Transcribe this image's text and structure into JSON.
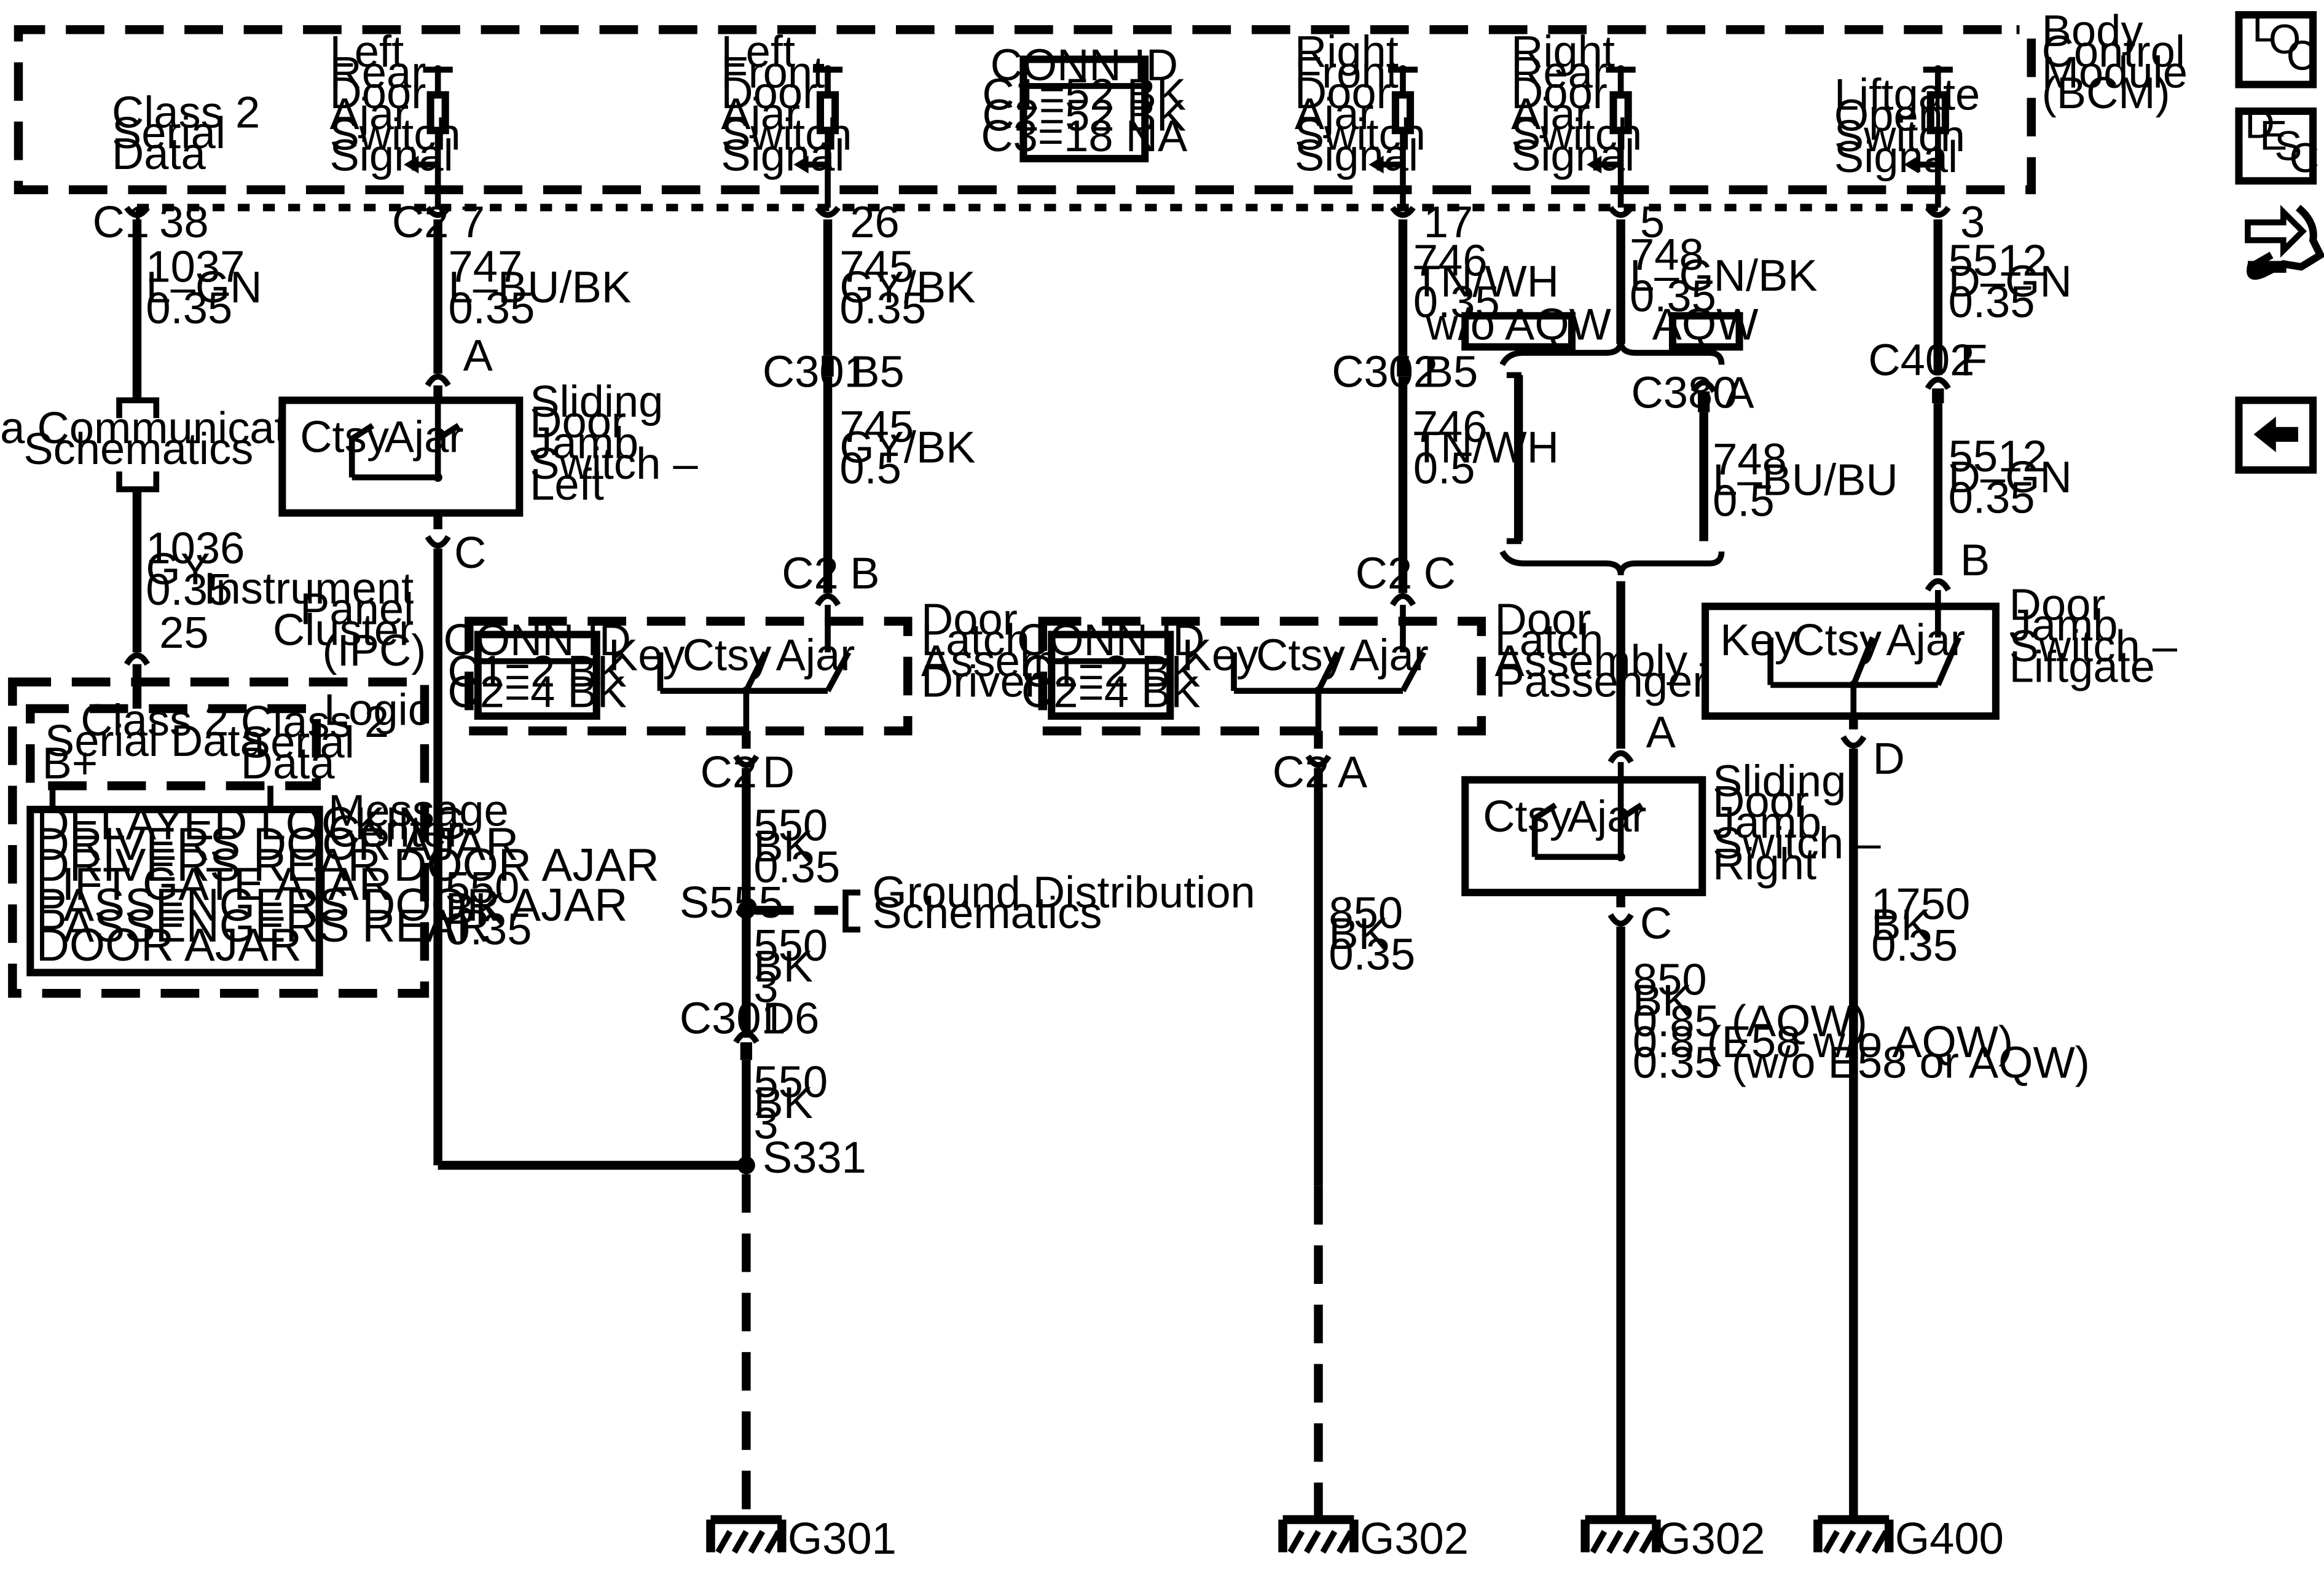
{
  "module": {
    "bcm_label": [
      "Body",
      "Control",
      "Module",
      "(BCM)"
    ],
    "conn_id": {
      "title": "CONN ID",
      "lines": [
        "C1=52 BK",
        "C2=52 BK",
        "C3=18 NA"
      ]
    },
    "signals": {
      "class2": [
        "Class 2",
        "Serial",
        "Data"
      ],
      "lr_door": [
        "Left",
        "Rear",
        "Door",
        "Ajar",
        "Switch",
        "Signal"
      ],
      "lf_door": [
        "Left",
        "Front",
        "Door",
        "Ajar",
        "Switch",
        "Signal"
      ],
      "rf_door": [
        "Right",
        "Front",
        "Door",
        "Ajar",
        "Switch",
        "Signal"
      ],
      "rr_door": [
        "Right",
        "Rear",
        "Door",
        "Ajar",
        "Switch",
        "Signal"
      ],
      "liftgate": [
        "Liftgate",
        "Open",
        "Switch",
        "Signal"
      ]
    }
  },
  "pins": {
    "c1": "C1",
    "p38": "38",
    "c2a": "C2",
    "p7": "7",
    "p26": "26",
    "p17": "17",
    "p5": "5",
    "p3": "3"
  },
  "wires": {
    "w1037": [
      "1037",
      "L–GN",
      "0.35"
    ],
    "w1036": [
      "1036",
      "GY",
      "0.35"
    ],
    "w747": [
      "747",
      "L–BU/BK",
      "0.35"
    ],
    "w745a": [
      "745",
      "GY/BK",
      "0.35"
    ],
    "w745b": [
      "745",
      "GY/BK",
      "0.5"
    ],
    "w746a": [
      "746",
      "TN/WH",
      "0.35"
    ],
    "w746b": [
      "746",
      "TN/WH",
      "0.5"
    ],
    "w748a": [
      "748",
      "L–GN/BK",
      "0.35"
    ],
    "w748b": [
      "748",
      "L–BU/BU",
      "0.5"
    ],
    "w5512a": [
      "5512",
      "D–GN",
      "0.35"
    ],
    "w5512b": [
      "5512",
      "D–GN",
      "0.35"
    ],
    "w550a": [
      "550",
      "BK",
      "0.35"
    ],
    "w550b": [
      "550",
      "BK",
      "3"
    ],
    "w550c": [
      "550",
      "BK",
      "3"
    ],
    "w550ipc": [
      "550",
      "BK",
      "0.35"
    ],
    "w850a": [
      "850",
      "BK",
      "0.35"
    ],
    "w850b": [
      "850",
      "BK",
      "0.85 (AQW)",
      "0.8 (E58 w/o AQW)",
      "0.35 (w/o E58 or AQW)"
    ],
    "w1750": [
      "1750",
      "BK",
      "0.35"
    ]
  },
  "ipc": {
    "label": [
      "Instrument",
      "Panel",
      "Cluster",
      "(IPC)"
    ],
    "pin25": "25",
    "logic": "Logic",
    "b_plus": "B+",
    "class2_left": [
      "Class 2",
      "Serial Data"
    ],
    "class2_right": [
      "Class 2",
      "Serial",
      "Data"
    ],
    "msg_center": [
      "Message",
      "Center"
    ],
    "messages": [
      "DELAYED LOCKING",
      "DRIVERS DOOR AJAR",
      "DRIVERS REAR DOOR AJAR",
      "LIFT GATE AJAR",
      "PASSENGERS DOOR AJAR",
      "PASSENGERS REAR",
      "DOOR AJAR"
    ]
  },
  "data_comm": [
    "Data Communication",
    "Schematics"
  ],
  "sliding_left": {
    "label": [
      "Sliding",
      "Door",
      "Jamb",
      "Switch –",
      "Left"
    ],
    "ctsy": "Ctsy",
    "ajar": "Ajar",
    "pinA": "A",
    "pinC": "C"
  },
  "sliding_right": {
    "label": [
      "Sliding",
      "Door",
      "Jamb",
      "Switch –",
      "Right"
    ],
    "ctsy": "Ctsy",
    "ajar": "Ajar",
    "pinA": "A",
    "pinC": "C"
  },
  "latch_driver": {
    "label": [
      "Door",
      "Latch",
      "Assembly –",
      "Driver"
    ],
    "conn_title": "CONN ID",
    "conn_lines": [
      "C1=2 BK",
      "C2=4 BK"
    ],
    "key": "Key",
    "ctsy": "Ctsy",
    "ajar": "Ajar",
    "c2b": "C2",
    "pinB": "B",
    "c2d": "C2",
    "pinD": "D"
  },
  "latch_pass": {
    "label": [
      "Door",
      "Latch",
      "Assembly –",
      "Passenger"
    ],
    "conn_title": "CONN ID",
    "conn_lines": [
      "C1=2 BK",
      "C2=4 BK"
    ],
    "key": "Key",
    "ctsy": "Ctsy",
    "ajar": "Ajar",
    "c2c": "C2",
    "pinC": "C",
    "c2a": "C2",
    "pinA": "A"
  },
  "liftgate_sw": {
    "label": [
      "Door",
      "Jamb",
      "Switch –",
      "Liftgate"
    ],
    "key": "Key",
    "ctsy": "Ctsy",
    "ajar": "Ajar",
    "pinB": "B",
    "pinD": "D"
  },
  "connectors": {
    "c301": "C301",
    "b5a": "B5",
    "c302": "C302",
    "b5b": "B5",
    "c380": "C380",
    "c380a": "A",
    "c402": "C402",
    "c402f": "F",
    "c301d": "C301",
    "d6": "D6"
  },
  "options": {
    "wo_aqw": "w/o AQW",
    "aqw": "AQW"
  },
  "splices": {
    "s555": "S555",
    "s331": "S331"
  },
  "ground_dist": [
    "Ground Distribution",
    "Schematics"
  ],
  "grounds": {
    "g301": "G301",
    "g302a": "G302",
    "g302b": "G302",
    "g400": "G400"
  },
  "nav": {
    "loc": [
      "L",
      "O",
      "C"
    ],
    "desc": [
      "D",
      "E",
      "S",
      "C"
    ]
  }
}
